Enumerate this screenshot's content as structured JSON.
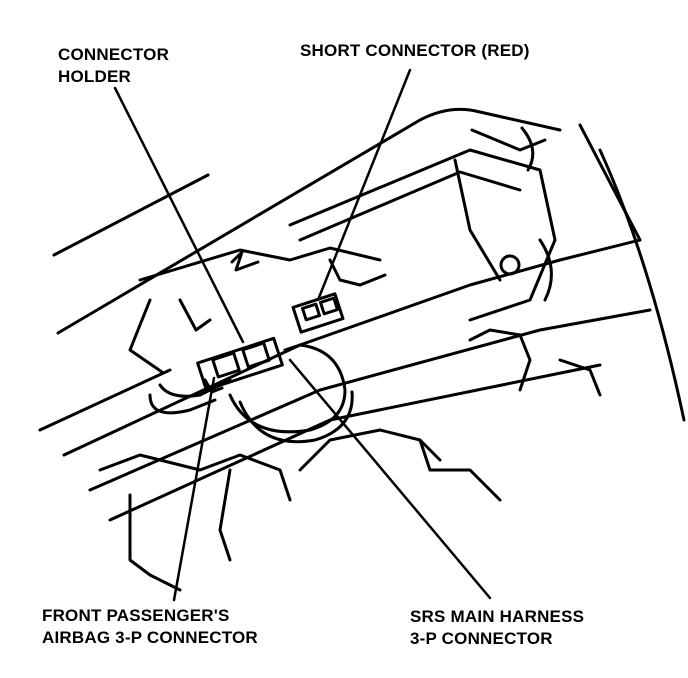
{
  "colors": {
    "ink": "#000000",
    "background": "#ffffff"
  },
  "labels": {
    "connector_holder": [
      "CONNECTOR",
      "HOLDER"
    ],
    "short_connector": "SHORT CONNECTOR (RED)",
    "front_passenger": [
      "FRONT PASSENGER'S",
      "AIRBAG 3-P CONNECTOR"
    ],
    "srs_main": [
      "SRS MAIN HARNESS",
      "3-P CONNECTOR"
    ]
  }
}
